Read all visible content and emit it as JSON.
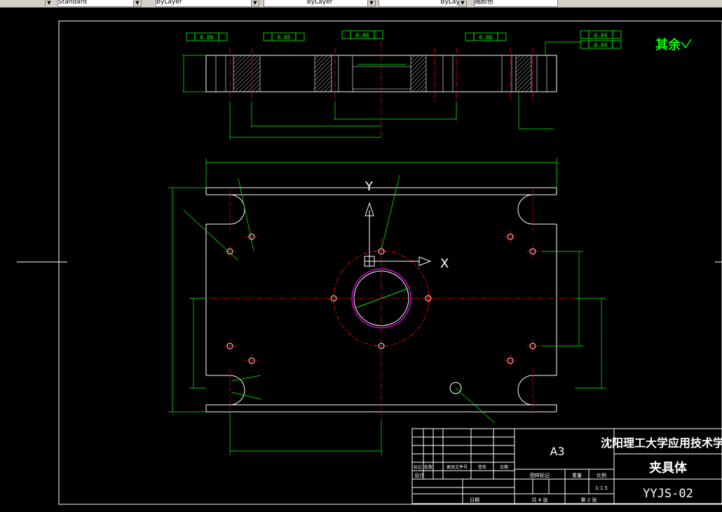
{
  "toolbar": {
    "text_style": "Standard",
    "layer": "ByLayer",
    "linetype": "ByLayer",
    "lineweight": "ByLayer",
    "plot_style": "随颜色"
  },
  "colors": {
    "background": "#000000",
    "outline": "#ffffff",
    "dimension": "#00ff00",
    "centerline": "#ff0000",
    "annotation": "#00ff00",
    "circle": "#ff00ff"
  },
  "drawing": {
    "roughness_label": "其余",
    "axis_y": "Y",
    "axis_x": "X",
    "tolerance_frames": [
      "0.06",
      "0.05",
      "0.06",
      "0.06",
      "0.04",
      "0.04"
    ],
    "title_block": {
      "sheet_size": "A3",
      "school": "沈阳理工大学应用技术学院",
      "part_name": "夹具体",
      "drawing_no": "YYJS-02",
      "scale": "1:1.5",
      "row_labels": [
        "标记",
        "处数",
        "更改文件号",
        "签名",
        "日期"
      ],
      "design_label": "设计",
      "stage_label": "图样标记",
      "weight_label": "重量",
      "scale_label": "比例",
      "sheets_total": "共 4 张",
      "sheet_index": "第 2 张",
      "date_label": "日期"
    }
  }
}
